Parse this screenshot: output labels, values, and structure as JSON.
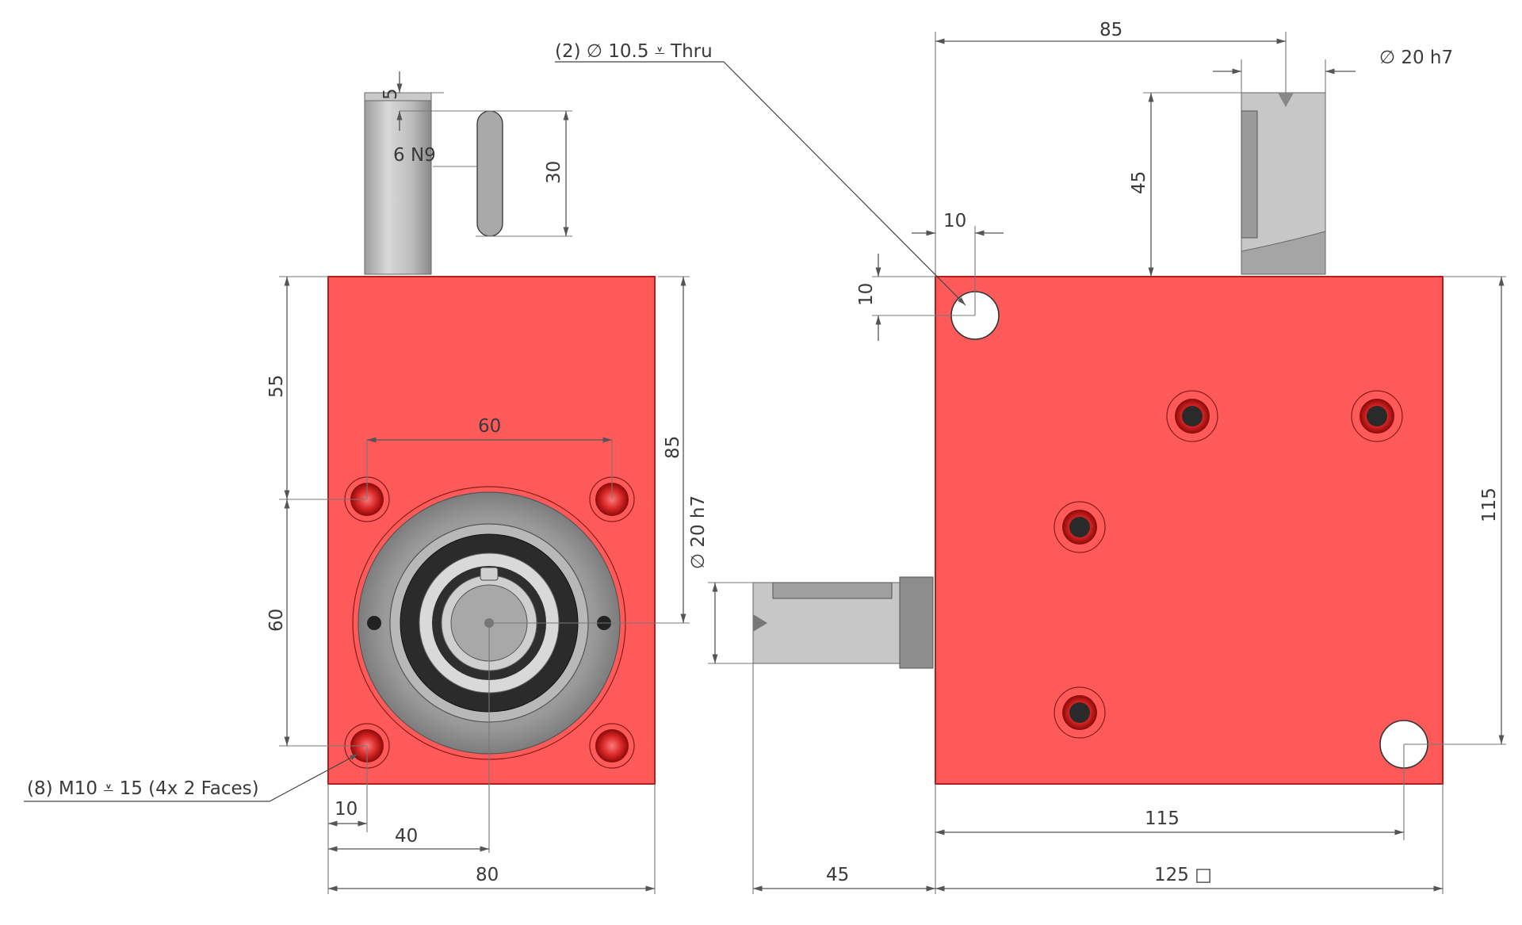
{
  "colors": {
    "housing": "#ff5a5a",
    "housing_edge": "#b21e1e",
    "shaft": "#b9b9b9",
    "flange": "#8f8f8f",
    "dimension": "#555555"
  },
  "front_view": {
    "shaft_key_offset": "5",
    "keyway_width": "6 N9",
    "keyway_length": "30",
    "height_upper": "55",
    "height_lower": "60",
    "hole_spacing": "60",
    "flange_height": "85",
    "output_shaft_dia": "∅ 20 h7",
    "hole_edge_offset": "10",
    "center_offset": "40",
    "width": "80",
    "tapped_holes_note": "(8) M10 ⩡ 15 (4x 2 Faces)"
  },
  "side_view": {
    "thru_holes_note": "(2) ∅ 10.5 ⩡ Thru",
    "shaft_position": "85",
    "input_shaft_dia": "∅ 20 h7",
    "shaft_length": "45",
    "hole_offset_x": "10",
    "hole_offset_y": "10",
    "hole_pitch_vertical": "115",
    "hole_pitch_horizontal": "115",
    "shaft_protrusion": "45",
    "body_size": "125 □"
  }
}
